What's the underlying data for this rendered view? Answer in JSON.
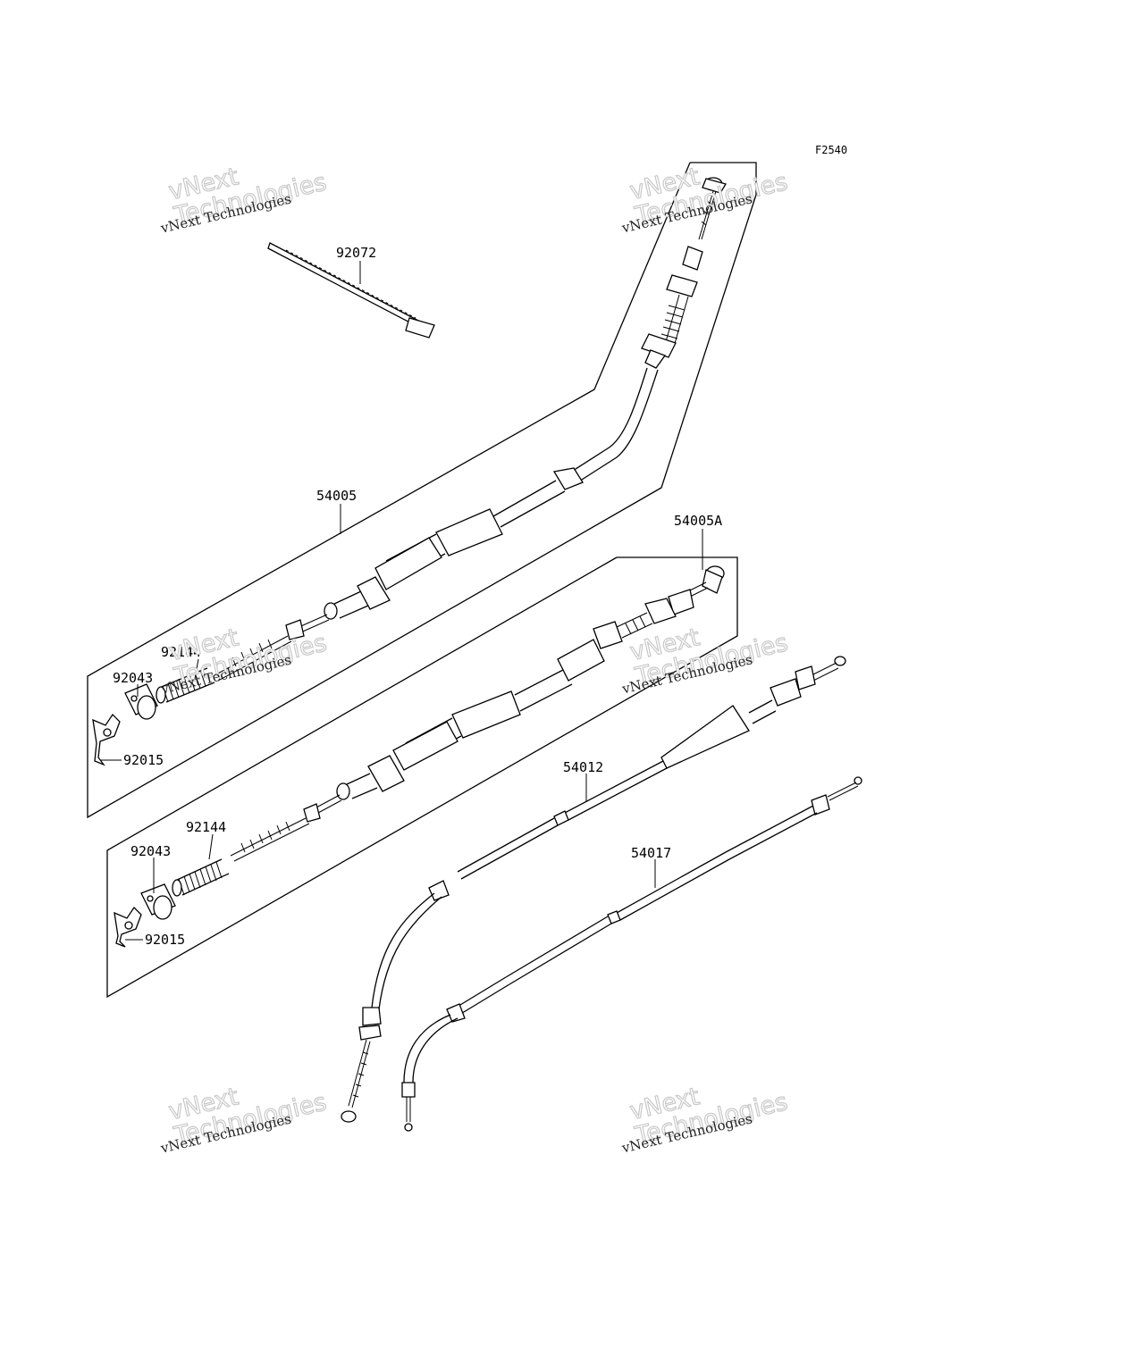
{
  "figure_code": "F2540",
  "watermark": {
    "line1": "vNext Technologies",
    "line2": "vNext\nTechnologies"
  },
  "parts": {
    "band": "92072",
    "cable_upper": "54005",
    "cable_lower": "54005A",
    "spring_upper": "92144",
    "spring_lower": "92144",
    "collar_upper": "92043",
    "collar_lower": "92043",
    "nut_upper": "92015",
    "nut_lower": "92015",
    "cable_54012": "54012",
    "cable_54017": "54017"
  }
}
